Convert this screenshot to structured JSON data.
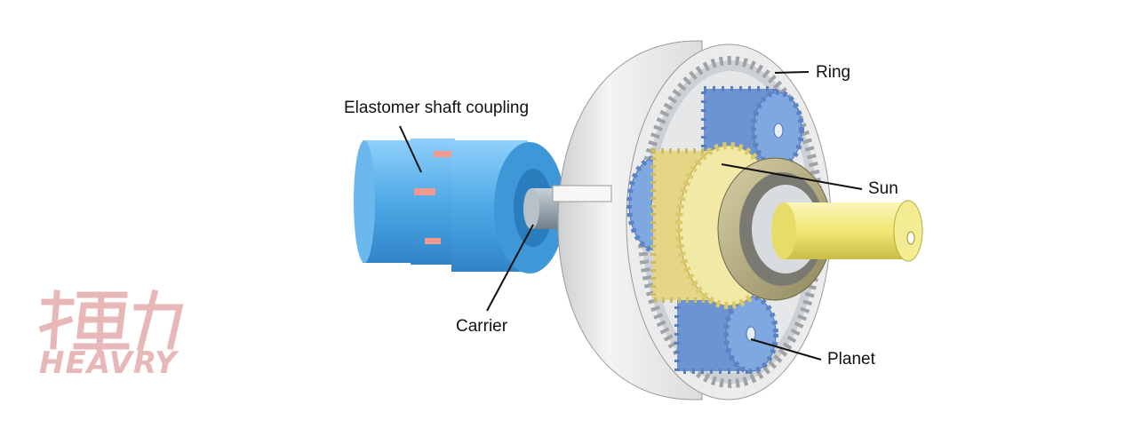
{
  "labels": {
    "coupling": "Elastomer shaft coupling",
    "ring": "Ring",
    "sun": "Sun",
    "carrier": "Carrier",
    "planet": "Planet"
  },
  "watermark": {
    "text": "HEAVRY",
    "glyph": "揮力"
  },
  "colors": {
    "coupling": "#4fa9e6",
    "coupling_insert": "#ef9a8e",
    "ring_housing": "#e9e9e9",
    "ring_inner": "#d0d3d6",
    "planet": "#7fa8e0",
    "planet_teeth": "#6d93d0",
    "sun": "#f3e9a7",
    "sun_teeth": "#e4d685",
    "bearing": "#b6ad83",
    "shaft": "#f1e776",
    "carrier_shaft": "#9aa7b1",
    "watermark": "#e8b7b7"
  }
}
